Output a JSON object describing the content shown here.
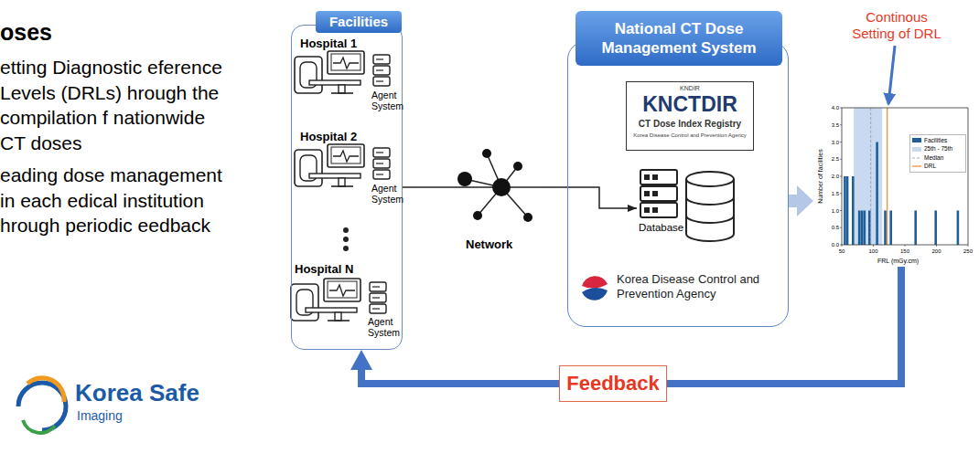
{
  "diagram": {
    "nodes": [
      {
        "text": [
          "Facilities"
        ]
      },
      {
        "text": [
          "Network"
        ]
      },
      {
        "text": [
          "National CT Dose Management System"
        ]
      },
      {
        "text": [
          "KNDIR",
          "KNCTDIR",
          "CT Dose Index Registry",
          "Korea Disease Control and Prevention Agency"
        ],
        "in": 2
      },
      {
        "text": [
          "Database"
        ],
        "in": 2
      },
      {
        "text": [
          "Number of facilities",
          "FRL (mGy.cm)"
        ]
      },
      {
        "text": [
          "Feedback"
        ]
      }
    ],
    "edges": [
      {
        "from": 0,
        "to": 1,
        "arrow": "none"
      },
      {
        "from": 1,
        "to": 4,
        "arrow": "to"
      },
      {
        "from": 2,
        "to": 5,
        "arrow": "to"
      },
      {
        "from": 5,
        "to": 6,
        "arrow": "none"
      },
      {
        "from": 6,
        "to": 0,
        "arrow": "to"
      }
    ],
    "labels": [
      "oses",
      "etting Diagnostic eference Levels (DRLs) hrough the compilation f nationwide CT doses",
      "eading dose management in each edical institution hrough periodic eedback",
      "Korea Safe",
      "Imaging",
      "Hospital 1",
      "Agent System",
      "Hospital 2",
      "Agent System",
      "Hospital N",
      "Agent System",
      "Korea Disease Control and Prevention Agency",
      "Continous Setting of DRL",
      "0.0",
      "0.5",
      "1.0",
      "1.5",
      "2.0",
      "2.5",
      "3.0",
      "3.5",
      "4.0",
      "50",
      "100",
      "150",
      "200",
      "250"
    ],
    "legend": [
      {
        "text": "Facilities",
        "color": "#1f5f99"
      },
      {
        "text": "25th - 75th",
        "color": "#c9daf0"
      },
      {
        "text": "Median"
      },
      {
        "text": "DRL"
      }
    ]
  }
}
